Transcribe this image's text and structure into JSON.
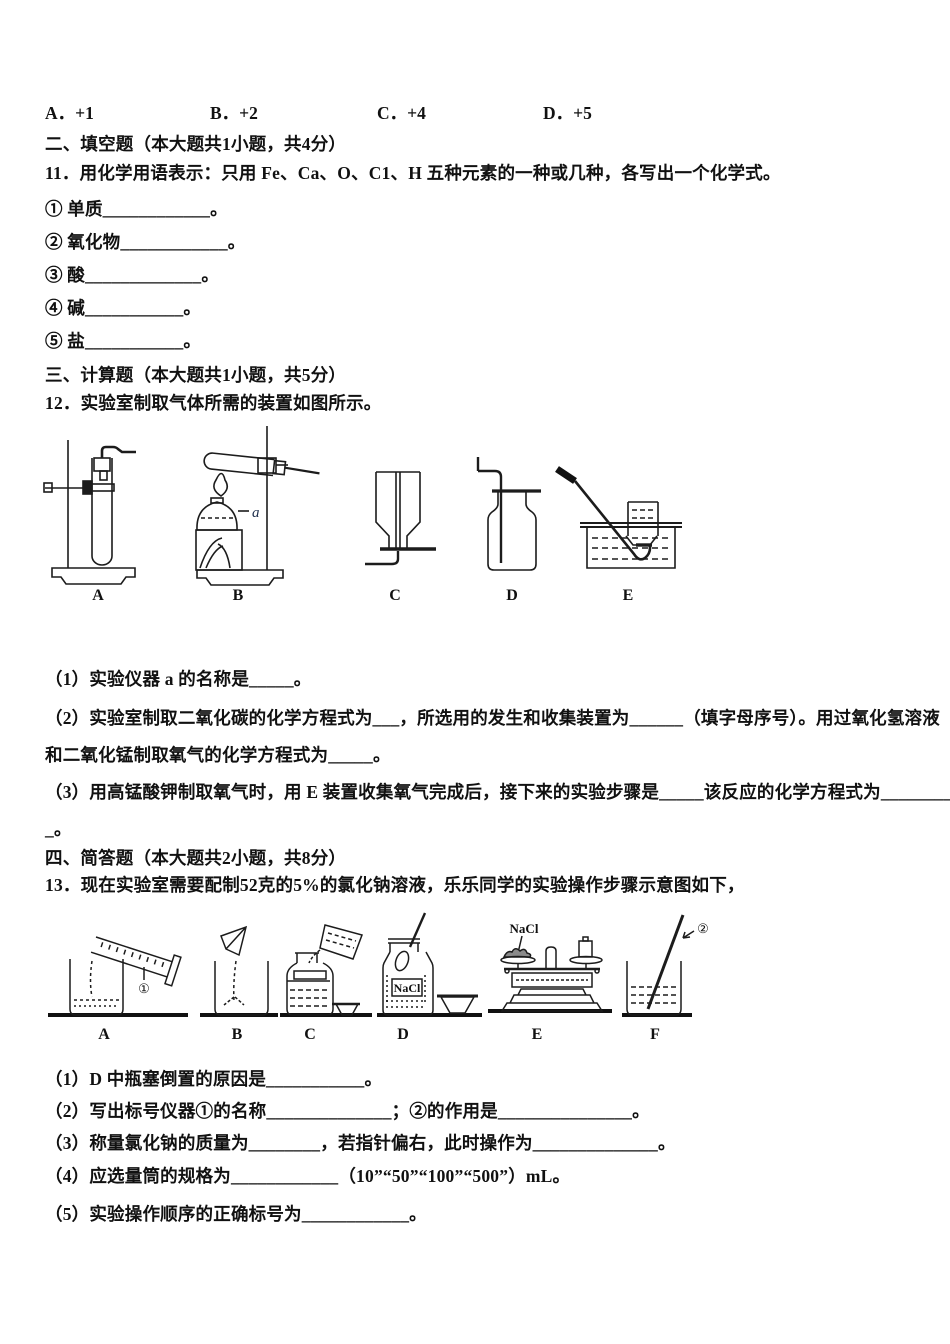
{
  "options_row": {
    "a": "A．+1",
    "b": "B．+2",
    "c": "C．+4",
    "d": "D．+5"
  },
  "section2": {
    "heading": "二、填空题（本大题共1小题，共4分）"
  },
  "q11": {
    "stem": "11．用化学用语表示：只用 Fe、Ca、O、C1、H 五种元素的一种或几种，各写出一个化学式。",
    "blanks": [
      "① 单质____________。",
      "② 氧化物____________。",
      "③ 酸_____________。",
      "④ 碱___________。",
      "⑤ 盐___________。"
    ]
  },
  "section3": {
    "heading": "三、计算题（本大题共1小题，共5分）"
  },
  "q12": {
    "stem": "12．实验室制取气体所需的装置如图所示。",
    "labels": [
      "A",
      "B",
      "C",
      "D",
      "E"
    ],
    "callout_a": "a",
    "parts": [
      "（1）实验仪器 a 的名称是_____。",
      "（2）实验室制取二氧化碳的化学方程式为___，所选用的发生和收集装置为______（填字母序号）。用过氧化氢溶液",
      "和二氧化锰制取氧气的化学方程式为_____。",
      "（3）用高锰酸钾制取氧气时，用 E 装置收集氧气完成后，接下来的实验步骤是_____该反应的化学方程式为________",
      "_。"
    ]
  },
  "section4": {
    "heading": "四、简答题（本大题共2小题，共8分）"
  },
  "q13": {
    "stem": "13．现在实验室需要配制52克的5%的氯化钠溶液，乐乐同学的实验操作步骤示意图如下，",
    "labels": [
      "A",
      "B",
      "C",
      "D",
      "E",
      "F"
    ],
    "callouts": {
      "cylinder": "①",
      "rod": "②",
      "nacl_bottle": "NaCl",
      "nacl_scale": "NaCl"
    },
    "parts": [
      "（1）D 中瓶塞倒置的原因是___________。",
      "（2）写出标号仪器①的名称______________；②的作用是_______________。",
      "（3）称量氯化钠的质量为________，若指针偏右，此时操作为______________。",
      "（4）应选量筒的规格为____________（10”“50”“100”“500”）mL。",
      "（5）实验操作顺序的正确标号为____________。"
    ]
  }
}
